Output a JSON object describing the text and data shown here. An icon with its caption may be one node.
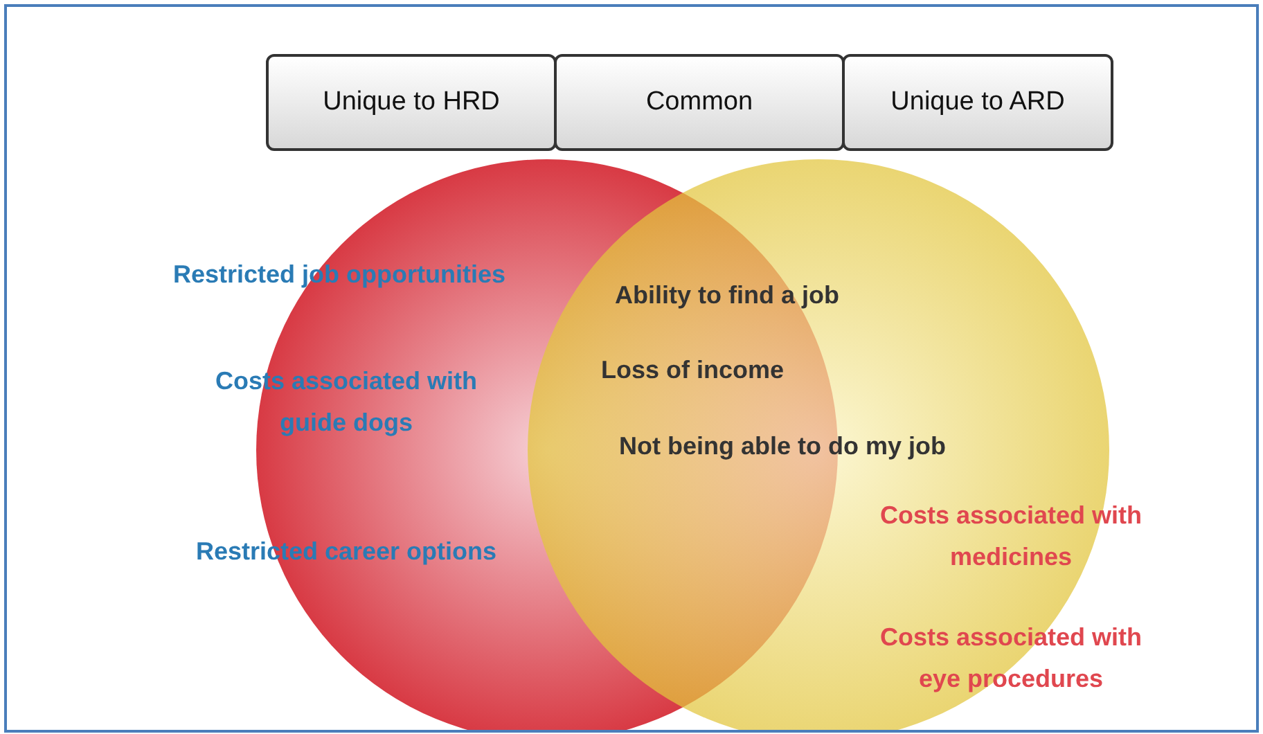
{
  "diagram": {
    "nodes": [
      {
        "text": [
          "Unique to HRD"
        ]
      },
      {
        "text": [
          "Common"
        ]
      },
      {
        "text": [
          "Unique to ARD"
        ]
      },
      {
        "text": [],
        "shape": "circle"
      },
      {
        "text": [],
        "shape": "circle"
      }
    ],
    "edges": [],
    "labels": [
      "Restricted job opportunities",
      "Ability to find a job",
      "Costs associated with guide dogs",
      "Loss of income",
      "Not being able to do my job",
      "Costs associated with medicines",
      "Restricted career options",
      "Costs associated with eye procedures"
    ]
  }
}
